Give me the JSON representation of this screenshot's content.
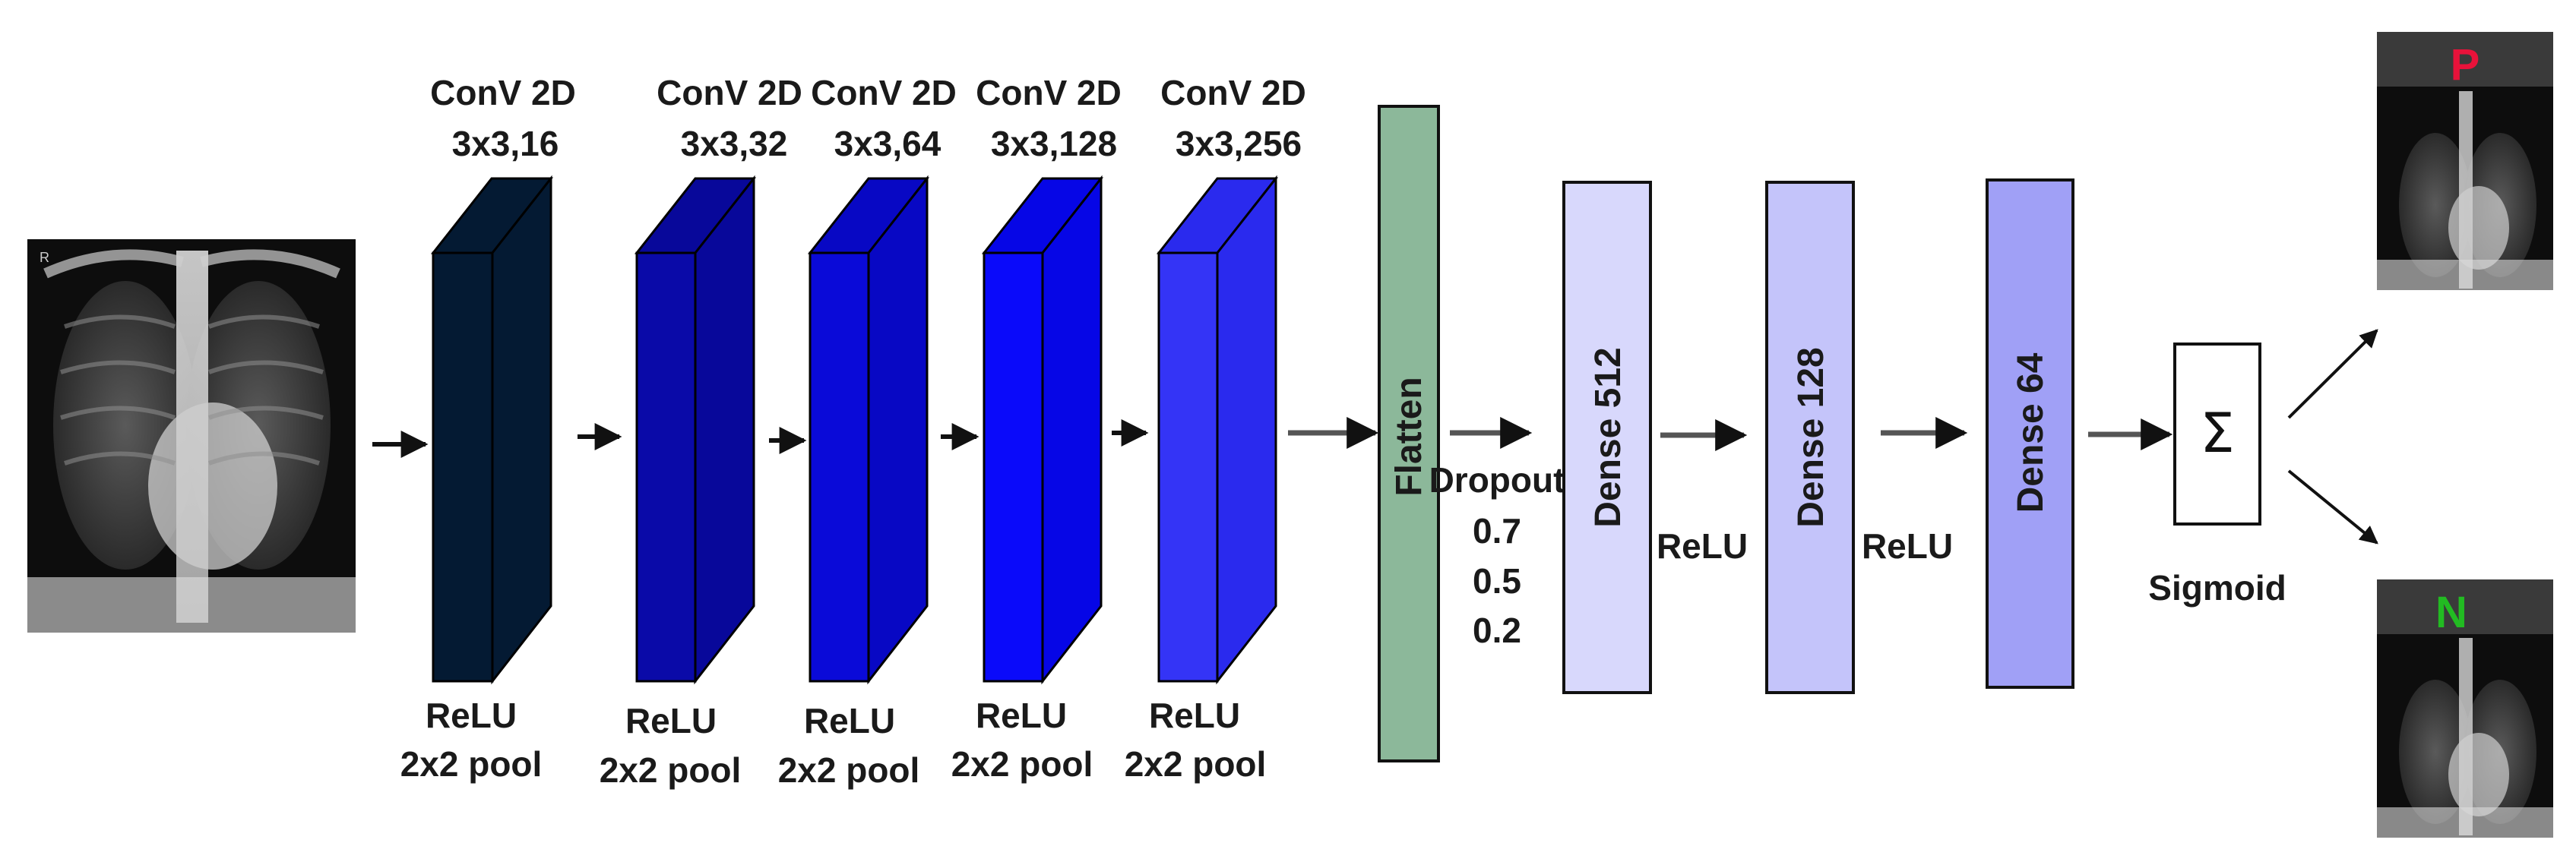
{
  "input_image": {
    "name": "chest-xray-input",
    "marker": "R"
  },
  "conv_layers": [
    {
      "title": "ConV 2D",
      "spec": "3x3,16",
      "act": "ReLU",
      "pool": "2x2 pool",
      "color": "#041a33",
      "side": "#041a33"
    },
    {
      "title": "ConV 2D",
      "spec": "3x3,32",
      "act": "ReLU",
      "pool": "2x2 pool",
      "color": "#0a0aa8",
      "side": "#08089a"
    },
    {
      "title": "ConV 2D",
      "spec": "3x3,64",
      "act": "ReLU",
      "pool": "2x2 pool",
      "color": "#0a0ad8",
      "side": "#0808c4"
    },
    {
      "title": "ConV 2D",
      "spec": "3x3,128",
      "act": "ReLU",
      "pool": "2x2 pool",
      "color": "#0a0afa",
      "side": "#0606e6"
    },
    {
      "title": "ConV 2D",
      "spec": "3x3,256",
      "act": "ReLU",
      "pool": "2x2 pool",
      "color": "#3434f6",
      "side": "#2a2aee"
    }
  ],
  "flatten": {
    "label": "Flatten",
    "color": "#8cb89a"
  },
  "dropout": {
    "title": "Dropout",
    "values": [
      "0.7",
      "0.5",
      "0.2"
    ]
  },
  "dense": [
    {
      "label": "Dense 512",
      "color": "#d8d8fc"
    },
    {
      "label": "Dense 128",
      "color": "#c4c4fa"
    },
    {
      "label": "Dense 64",
      "color": "#a0a0f6"
    }
  ],
  "relu_labels": [
    "ReLU",
    "ReLU"
  ],
  "sigmoid": {
    "symbol": "Σ",
    "label": "Sigmoid"
  },
  "outputs": [
    {
      "letter": "P",
      "color": "#e8123a"
    },
    {
      "letter": "N",
      "color": "#22bb22"
    }
  ]
}
